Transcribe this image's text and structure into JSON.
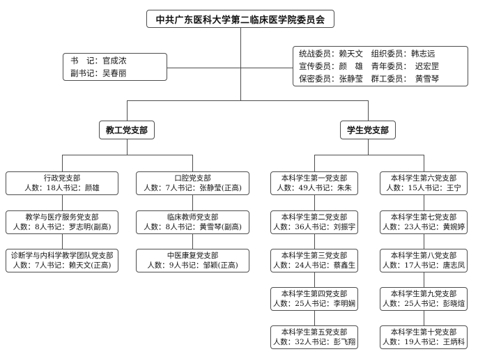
{
  "colors": {
    "line": "#4d4d4d",
    "border": "#4d4d4d",
    "text": "#111111",
    "background": "#ffffff"
  },
  "title": "中共广东医科大学第二临床医学院委员会",
  "leadership_box": {
    "line1": "书　记：官成浓",
    "line2": "副书记：吴春丽"
  },
  "committee_box": {
    "line1": "统战委员：赖天文　组织委员：韩志远",
    "line2": "宣传委员：颜　雄　青年委员：　迟宏罡",
    "line3": "保密委员：张静莹　群工委员：　黄雪琴"
  },
  "branch_staff": "教工党支部",
  "branch_student": "学生党支部",
  "staff_col1": [
    {
      "name": "行政党支部",
      "info": "人数：18人书记：颜雄"
    },
    {
      "name": "教学与医疗服务党支部",
      "info": "人数：8人书记：罗志明(副高)"
    },
    {
      "name": "诊断学与内科学教学团队党支部",
      "info": "人数：7人书记：赖天文(正高)"
    }
  ],
  "staff_col2": [
    {
      "name": "口腔党支部",
      "info": "人数：7人书记：张静莹(正高)"
    },
    {
      "name": "临床教师党支部",
      "info": "人数：8人书记：黄雪琴(副高)"
    },
    {
      "name": "中医康复党支部",
      "info": "人数：9人书记：邹颖(正高)"
    }
  ],
  "student_col1": [
    {
      "name": "本科学生第一党支部",
      "info": "人数：49人书记：朱朱"
    },
    {
      "name": "本科学生第二党支部",
      "info": "人数：36人书记：刘振宇"
    },
    {
      "name": "本科学生第三党支部",
      "info": "人数：24人书记：蔡鑫生"
    },
    {
      "name": "本科学生第四党支部",
      "info": "人数：25人书记：李明娴"
    },
    {
      "name": "本科学生第五党支部",
      "info": "人数：32人书记：彭飞翔"
    }
  ],
  "student_col2": [
    {
      "name": "本科学生第六党支部",
      "info": "人数：15人书记：王宁"
    },
    {
      "name": "本科学生第七党支部",
      "info": "人数：23人书记：黄婉婷"
    },
    {
      "name": "本科学生第八党支部",
      "info": "人数：17人书记：唐志凤"
    },
    {
      "name": "本科学生第九党支部",
      "info": "人数：25人书记：彭晓煊"
    },
    {
      "name": "本科学生第十党支部",
      "info": "人数：19人书记：王炳科"
    }
  ]
}
